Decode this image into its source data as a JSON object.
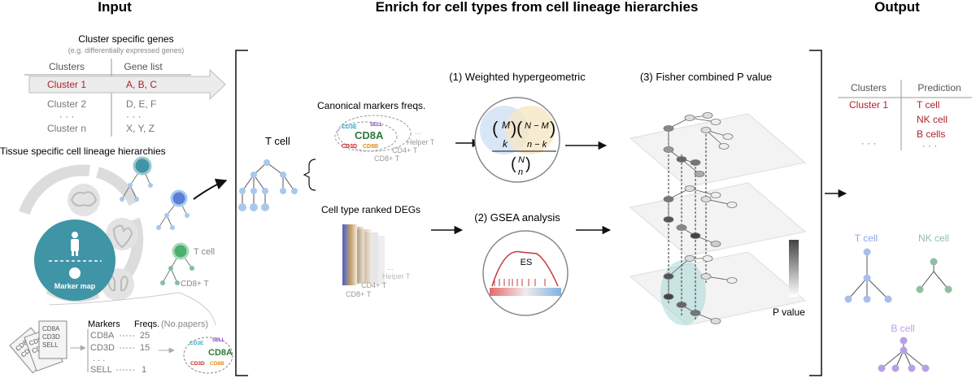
{
  "headers": {
    "input": "Input",
    "enrich": "Enrich for cell types from cell lineage hierarchies",
    "output": "Output"
  },
  "input_panel": {
    "cluster_title": "Cluster specific genes",
    "cluster_subtitle": "(e.g. differentially expressed genes)",
    "col_clusters": "Clusters",
    "col_gene_list": "Gene list",
    "rows": [
      {
        "cluster": "Cluster 1",
        "genes": "A, B, C"
      },
      {
        "cluster": "Cluster 2",
        "genes": "D, E, F"
      },
      {
        "cluster": "· · ·",
        "genes": "· · ·"
      },
      {
        "cluster": "Cluster n",
        "genes": "X, Y, Z"
      }
    ],
    "hierarchy_title": "Tissue specific cell lineage hierarchies",
    "marker_map": "Marker map",
    "t_cell": "T cell",
    "cd8_t": "CD8+ T",
    "markers_header": "Markers",
    "freqs_header": "Freqs.",
    "nopapers": "(No.papers)",
    "marker_rows": [
      {
        "marker": "CD8A",
        "freq": "25"
      },
      {
        "marker": "CD3D",
        "freq": "15"
      },
      {
        "marker": ". . .",
        "freq": ""
      },
      {
        "marker": "SELL",
        "freq": "1"
      }
    ],
    "paper_words": [
      "CD8A",
      "CD3D",
      "SELL"
    ],
    "paper_short": [
      "CD8",
      "CD3"
    ],
    "bubble_labels": {
      "cd3e": "CD3E",
      "sell": "SELL",
      "cd8a": "CD8A",
      "cd3d": "CD3D",
      "cd8b": "CD8B"
    }
  },
  "middle": {
    "t_cell": "T cell",
    "canonical": "Canonical markers freqs.",
    "cell_type_degs": "Cell type ranked DEGs",
    "helper_t": "Helper T",
    "cd4_t": "CD4+ T",
    "cd8_t": "CD8+ T",
    "ellipsis": "...",
    "method1": "(1) Weighted hypergeometric",
    "method2": "(2) GSEA analysis",
    "method3": "(3) Fisher combined P value",
    "es": "ES",
    "p_value": "P value",
    "formula": {
      "M": "M",
      "k": "k",
      "NM": "N − M",
      "nk": "n − k",
      "N": "N",
      "n": "n"
    }
  },
  "output_panel": {
    "col_clusters": "Clusters",
    "col_prediction": "Prediction",
    "cluster": "Cluster 1",
    "predictions": [
      "T cell",
      "NK cell",
      "B cells"
    ],
    "dots": "· · ·",
    "trees": {
      "t": "T cell",
      "nk": "NK cell",
      "b": "B cell"
    }
  },
  "colors": {
    "red": "#b0232a",
    "blue_node": "#a8c8ee",
    "teal": "#3f95a6",
    "green_node": "#7fc19a",
    "tree_t": "#a9bdee",
    "tree_nk": "#8fbfa0",
    "tree_b": "#b99fe6"
  }
}
